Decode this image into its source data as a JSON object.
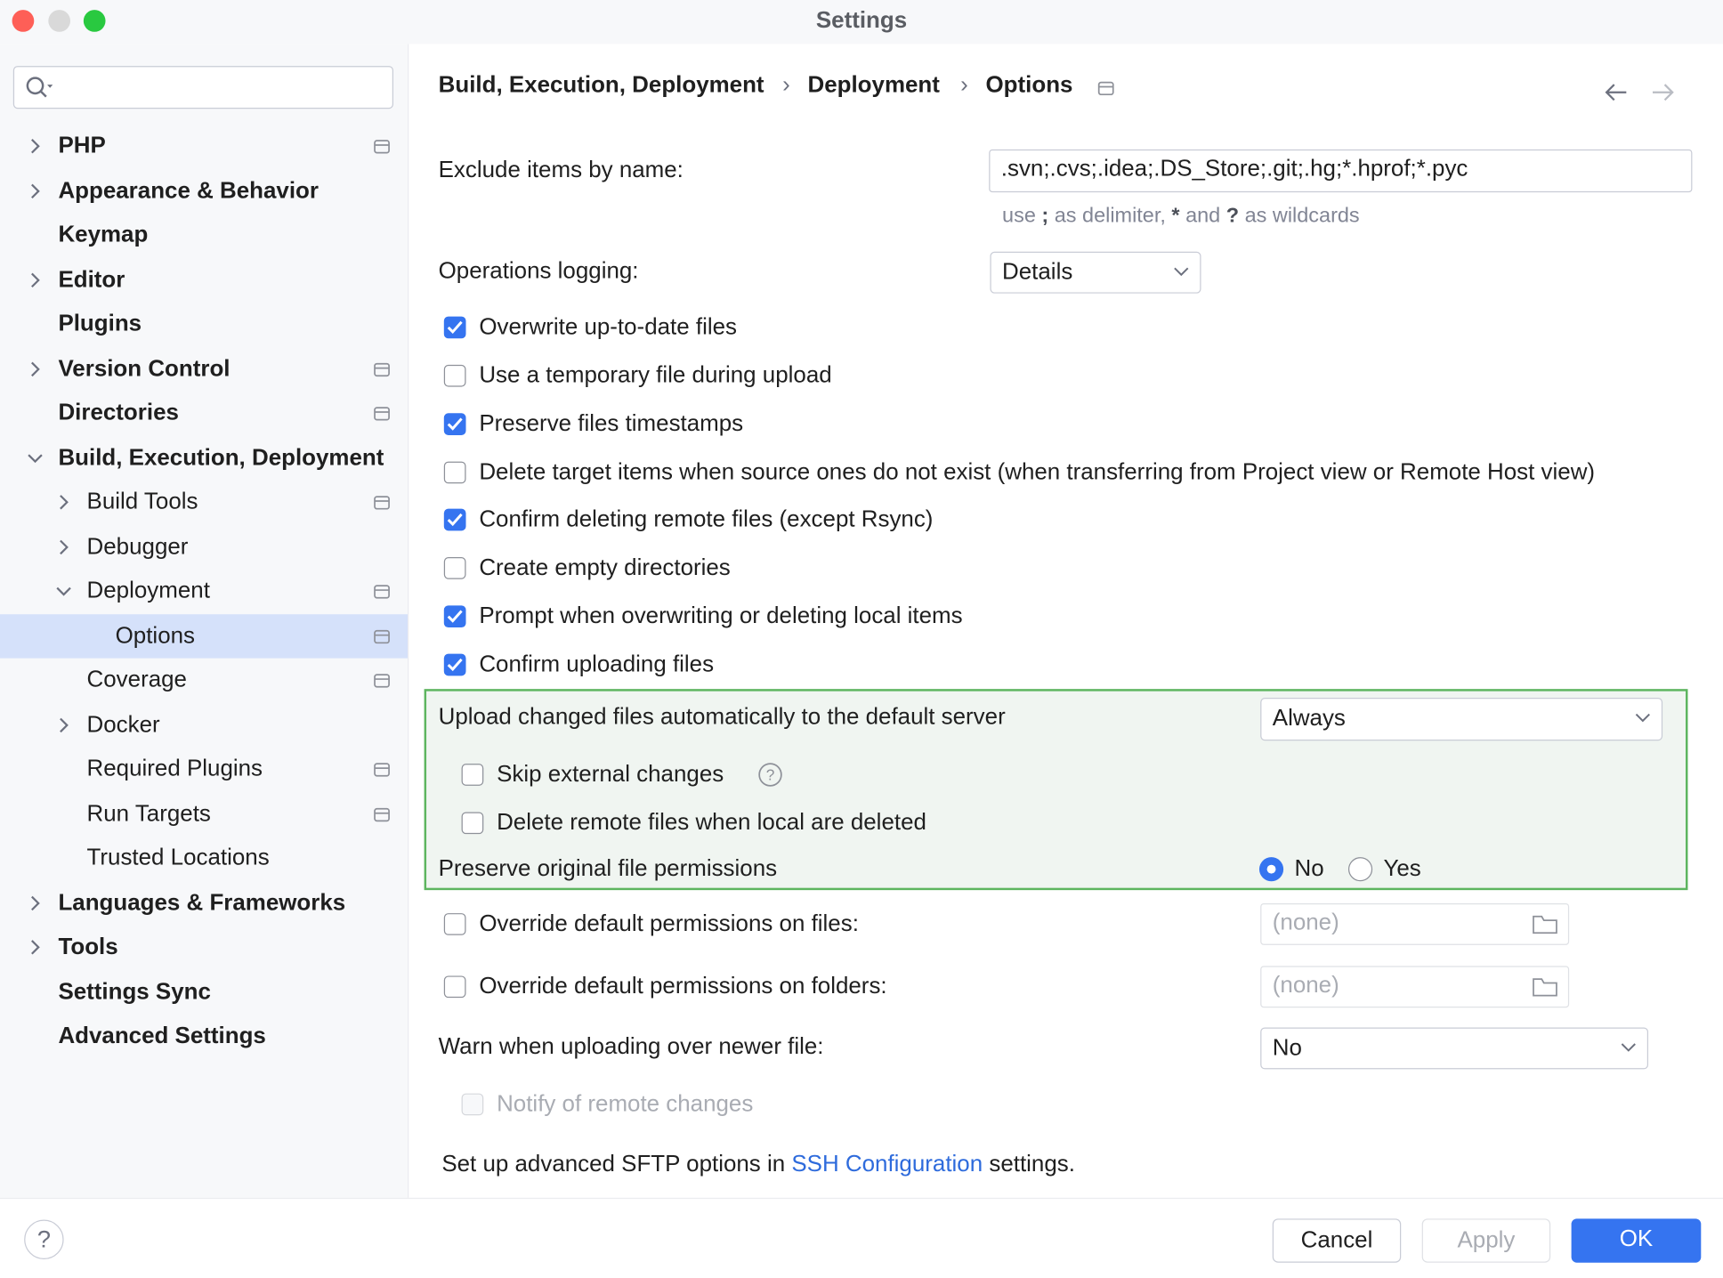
{
  "window": {
    "title": "Settings"
  },
  "sidebar": {
    "search_placeholder": "",
    "items": [
      {
        "label": "PHP"
      },
      {
        "label": "Appearance & Behavior"
      },
      {
        "label": "Keymap"
      },
      {
        "label": "Editor"
      },
      {
        "label": "Plugins"
      },
      {
        "label": "Version Control"
      },
      {
        "label": "Directories"
      },
      {
        "label": "Build, Execution, Deployment"
      },
      {
        "label": "Build Tools"
      },
      {
        "label": "Debugger"
      },
      {
        "label": "Deployment"
      },
      {
        "label": "Options",
        "selected": true
      },
      {
        "label": "Coverage"
      },
      {
        "label": "Docker"
      },
      {
        "label": "Required Plugins"
      },
      {
        "label": "Run Targets"
      },
      {
        "label": "Trusted Locations"
      },
      {
        "label": "Languages & Frameworks"
      },
      {
        "label": "Tools"
      },
      {
        "label": "Settings Sync"
      },
      {
        "label": "Advanced Settings"
      }
    ]
  },
  "breadcrumb": {
    "items": [
      "Build, Execution, Deployment",
      "Deployment",
      "Options"
    ],
    "separator": "›"
  },
  "form": {
    "exclude": {
      "label": "Exclude items by name:",
      "value": ".svn;.cvs;.idea;.DS_Store;.git;.hg;*.hprof;*.pyc",
      "hint_use": "use",
      "hint_semicolon": ";",
      "hint_as_delimiter": "as delimiter,",
      "hint_star": "*",
      "hint_and": "and",
      "hint_q": "?",
      "hint_as_wildcards": "as wildcards"
    },
    "logging": {
      "label": "Operations logging:",
      "value": "Details"
    },
    "checkboxes": [
      {
        "label": "Overwrite up-to-date files",
        "checked": true
      },
      {
        "label": "Use a temporary file during upload",
        "checked": false
      },
      {
        "label": "Preserve files timestamps",
        "checked": true
      },
      {
        "label": "Delete target items when source ones do not exist (when transferring from Project view or Remote Host view)",
        "checked": false
      },
      {
        "label": "Confirm deleting remote files (except Rsync)",
        "checked": true
      },
      {
        "label": "Create empty directories",
        "checked": false
      },
      {
        "label": "Prompt when overwriting or deleting local items",
        "checked": true
      },
      {
        "label": "Confirm uploading files",
        "checked": true
      }
    ],
    "upload": {
      "label": "Upload changed files automatically to the default server",
      "value": "Always",
      "skip_external": "Skip external changes",
      "delete_remote": "Delete remote files when local are deleted",
      "preserve_permissions": "Preserve original file permissions",
      "radio_no": "No",
      "radio_yes": "Yes",
      "selected": "No"
    },
    "override_files": {
      "label": "Override default permissions on files:",
      "value": "(none)"
    },
    "override_folders": {
      "label": "Override default permissions on folders:",
      "value": "(none)"
    },
    "warn": {
      "label": "Warn when uploading over newer file:",
      "value": "No"
    },
    "notify": {
      "label": "Notify of remote changes",
      "disabled": true
    },
    "sftp": {
      "before": "Set up advanced SFTP options in",
      "link": "SSH Configuration",
      "after": "settings."
    }
  },
  "footer": {
    "help": "?",
    "cancel": "Cancel",
    "apply": "Apply",
    "ok": "OK"
  },
  "colors": {
    "accent": "#3574f0",
    "highlight_border": "#5db55f",
    "selection": "#d5e1fa",
    "link": "#2e6bdc"
  }
}
